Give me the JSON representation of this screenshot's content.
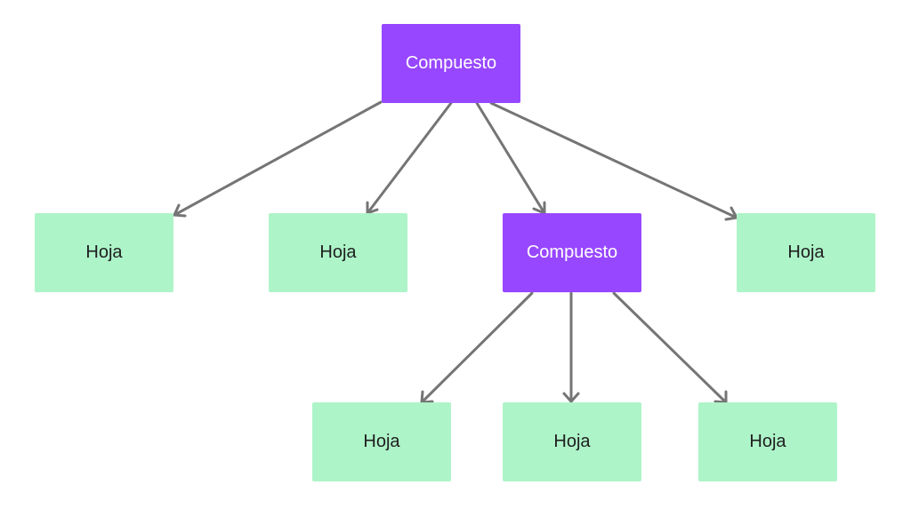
{
  "diagram": {
    "colors": {
      "composite_fill": "#9747ff",
      "composite_text": "#ffffff",
      "leaf_fill": "#aef4c9",
      "leaf_text": "#1e1e1e",
      "edge": "#757575"
    },
    "nodes": {
      "root": {
        "label": "Compuesto",
        "kind": "composite"
      },
      "leaf1": {
        "label": "Hoja",
        "kind": "leaf"
      },
      "leaf2": {
        "label": "Hoja",
        "kind": "leaf"
      },
      "composite2": {
        "label": "Compuesto",
        "kind": "composite"
      },
      "leaf3": {
        "label": "Hoja",
        "kind": "leaf"
      },
      "leaf4": {
        "label": "Hoja",
        "kind": "leaf"
      },
      "leaf5": {
        "label": "Hoja",
        "kind": "leaf"
      },
      "leaf6": {
        "label": "Hoja",
        "kind": "leaf"
      }
    },
    "edges": [
      {
        "from": "root",
        "to": "leaf1"
      },
      {
        "from": "root",
        "to": "leaf2"
      },
      {
        "from": "root",
        "to": "composite2"
      },
      {
        "from": "root",
        "to": "leaf3"
      },
      {
        "from": "composite2",
        "to": "leaf4"
      },
      {
        "from": "composite2",
        "to": "leaf5"
      },
      {
        "from": "composite2",
        "to": "leaf6"
      }
    ]
  }
}
